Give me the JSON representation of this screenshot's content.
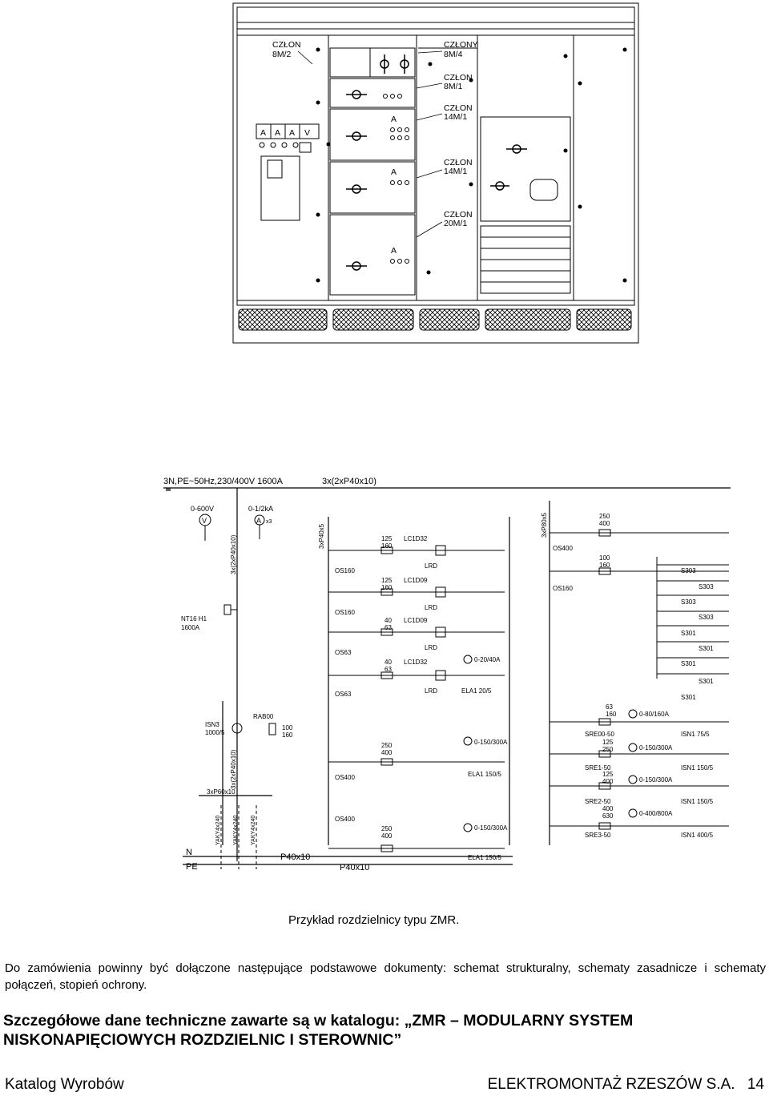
{
  "front_view": {
    "labels": [
      {
        "id": "m1",
        "text": "CZŁON"
      },
      {
        "id": "m1b",
        "text": "8M/2"
      },
      {
        "id": "m2",
        "text": "CZŁONY"
      },
      {
        "id": "m2b",
        "text": "8M/4"
      },
      {
        "id": "m3",
        "text": "CZŁON"
      },
      {
        "id": "m3b",
        "text": "8M/1"
      },
      {
        "id": "m4",
        "text": "CZŁON"
      },
      {
        "id": "m4b",
        "text": "14M/1"
      },
      {
        "id": "m5",
        "text": "CZŁON"
      },
      {
        "id": "m5b",
        "text": "14M/1"
      },
      {
        "id": "m6",
        "text": "CZŁON"
      },
      {
        "id": "m6b",
        "text": "20M/1"
      }
    ],
    "meter_letters": [
      "A",
      "A",
      "A",
      "V"
    ],
    "module_letter": "A"
  },
  "schematic": {
    "supply": "3N,PE~50Hz,230/400V 1600A",
    "busbar": "3x(2xP40x10)",
    "voltmeter_range": "0-600V",
    "ammeter_range": "0-1/2kA",
    "volt_letter": "V",
    "amp_letter": "A",
    "x3": "x3",
    "main_fuse": "NT16 H1",
    "main_fuse_rating": "1600A",
    "vbus1": "3x(2xP40x10)",
    "vbus2": "3xP40x5",
    "vbus3": "3xP80x5",
    "vbus4": "3x(2xP40x10)",
    "hbus": "3xP60x10",
    "cables": [
      "YAKY4x240",
      "YAKY4x240",
      "YAKY4x240"
    ],
    "isn3": "ISN3",
    "isn3_ratio": "1000/5",
    "rab": "RAB00",
    "rab_100": "100",
    "rab_160": "160",
    "os160": "OS160",
    "os63": "OS63",
    "os400": "OS400",
    "num3": "3",
    "f125": "125",
    "f160": "160",
    "f40": "40",
    "f63": "63",
    "f250": "250",
    "f400": "400",
    "f100": "100",
    "f630": "630",
    "lc1d32": "LC1D32",
    "lc1d09": "LC1D09",
    "lrd": "LRD",
    "a020": "0-20/40A",
    "ela20": "ELA1 20/5",
    "a150": "0-150/300A",
    "ela150": "ELA1 150/5",
    "a80": "0-80/160A",
    "a400": "0-400/800A",
    "sre0": "SRE00-50",
    "sre1": "SRE1-50",
    "sre2": "SRE2-50",
    "sre3": "SRE3-50",
    "isn75": "ISN1 75/5",
    "isn150": "ISN1 150/5",
    "isn400": "ISN1 400/5",
    "s303": "S303",
    "s301": "S301",
    "n": "N",
    "pe": "PE",
    "p40": "P40x10"
  },
  "caption": "Przykład rozdzielnicy typu ZMR.",
  "paragraph": "Do zamówienia powinny być dołączone następujące podstawowe dokumenty: schemat strukturalny, schematy zasadnicze i schematy połączeń, stopień ochrony.",
  "catalog_note": "Szczegółowe dane techniczne zawarte są w katalogu: „ZMR – MODULARNY SYSTEM NISKONAPIĘCIOWYCH ROZDZIELNIC I STEROWNIC”",
  "footer": {
    "left": "Katalog Wyrobów",
    "company": "ELEKTROMONTAŻ RZESZÓW S.A.",
    "page": "14"
  }
}
